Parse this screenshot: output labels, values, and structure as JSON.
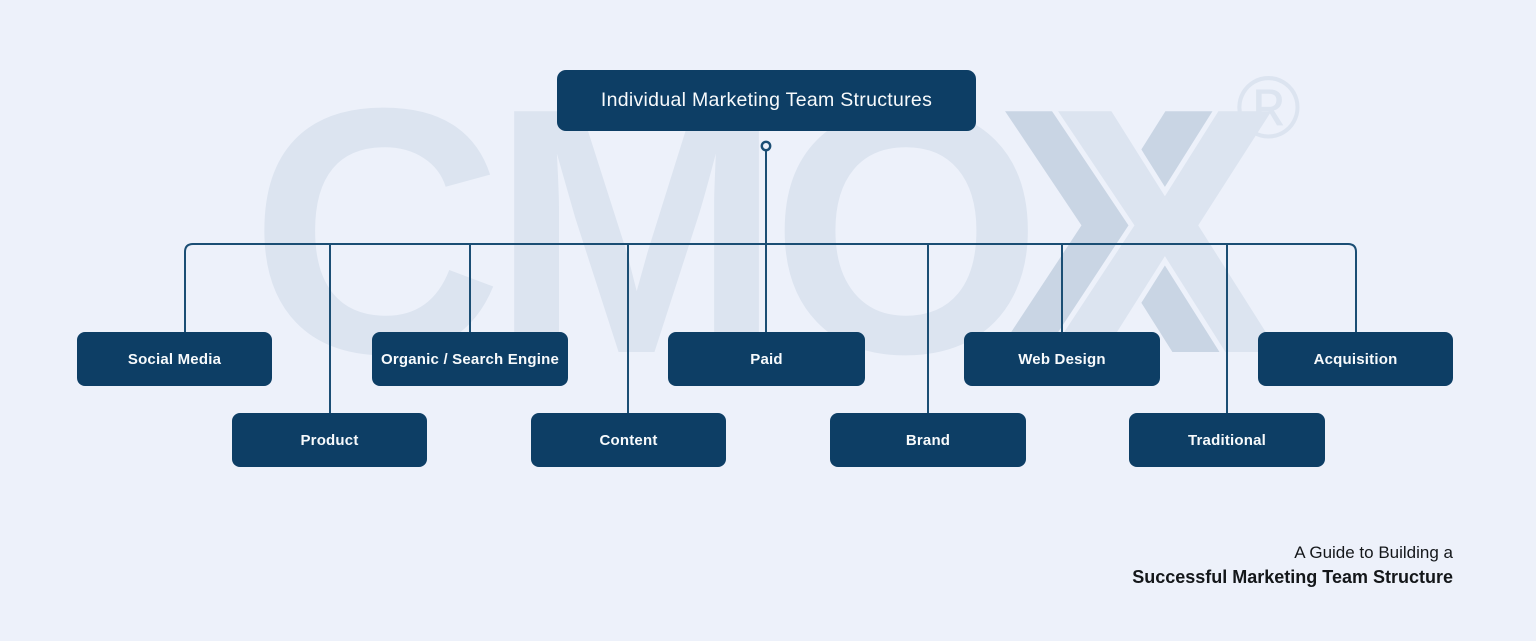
{
  "title_card": {
    "label": "Individual Marketing Team Structures"
  },
  "departments": [
    {
      "label": "Social Media",
      "row": "top"
    },
    {
      "label": "Product",
      "row": "bottom"
    },
    {
      "label": "Organic / Search Engine",
      "row": "top"
    },
    {
      "label": "Content",
      "row": "bottom"
    },
    {
      "label": "Paid",
      "row": "top"
    },
    {
      "label": "Brand",
      "row": "bottom"
    },
    {
      "label": "Web Design",
      "row": "top"
    },
    {
      "label": "Traditional",
      "row": "bottom"
    },
    {
      "label": "Acquisition",
      "row": "top"
    }
  ],
  "watermark": {
    "cmo": "CMO",
    "x_back": "X",
    "x_front": "X",
    "registered": "®"
  },
  "footer": {
    "line1": "A Guide to Building a",
    "line2": "Successful Marketing Team Structure"
  },
  "colors": {
    "background": "#edf1fa",
    "node_fill": "#0d3e65",
    "node_text": "#f7fafc",
    "connector": "#1b4e74",
    "watermark_light": "#dce4f0",
    "watermark_dark": "#c9d5e4",
    "footer_text": "#14171a"
  }
}
